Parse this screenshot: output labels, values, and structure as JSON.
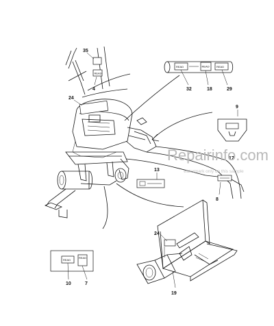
{
  "callouts": {
    "c35": "35",
    "c4": "4",
    "c24_top": "24",
    "c32": "32",
    "c18": "18",
    "c29": "29",
    "c9": "9",
    "c17": "17",
    "c13": "13",
    "c8": "8",
    "c24_bottom": "24",
    "c10": "10",
    "c7": "7",
    "c19": "19"
  },
  "decal_text": "READ",
  "watermark": {
    "site": "Repairinfo.com",
    "notice": "watermark only on this sample"
  },
  "colors": {
    "line": "#111111",
    "watermark": "#b8b8b8",
    "background": "#ffffff"
  }
}
